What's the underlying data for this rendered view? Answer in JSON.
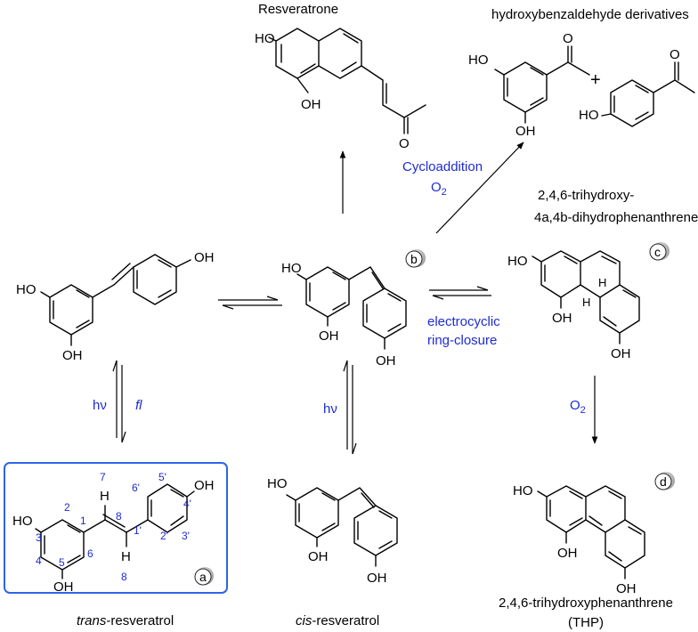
{
  "labels": {
    "resveratrone": "Resveratrone",
    "hbd": "hydroxybenzaldehyde derivatives",
    "plus": "+",
    "cycloaddition": "Cycloaddition",
    "o2_a": "O",
    "o2_a_sub": "2",
    "trihydroxy_dihydro_1": "2,4,6-trihydroxy-",
    "trihydroxy_dihydro_2": "4a,4b-dihydrophenanthrene",
    "electrocyclic_1": "electrocyclic",
    "electrocyclic_2": "ring-closure",
    "hv_left": "hν",
    "fl": "fl",
    "hv_mid": "hν",
    "o2_b": "O",
    "o2_b_sub": "2",
    "trans_italic": "trans",
    "trans_rest": "-resveratrol",
    "cis_italic": "cis",
    "cis_rest": "-resveratrol",
    "thp_1": "2,4,6-trihydroxyphenanthrene",
    "thp_2": "(THP)"
  },
  "badges": {
    "a": "a",
    "b": "b",
    "c": "c",
    "d": "d"
  },
  "atoms": {
    "OH": "OH",
    "HO": "HO",
    "O": "O",
    "H": "H"
  },
  "numbering": {
    "n1": "1",
    "n2": "2",
    "n3": "3",
    "n4": "4",
    "n5": "5",
    "n6": "6",
    "n7": "7",
    "n8": "8",
    "n1p": "1'",
    "n2p": "2'",
    "n3p": "3'",
    "n4p": "4'",
    "n5p": "5'",
    "n6p": "6'"
  },
  "colors": {
    "accent_blue": "#1f2bd0",
    "box_border": "#2f63e8",
    "badge_gray": "#b8b8b8"
  }
}
